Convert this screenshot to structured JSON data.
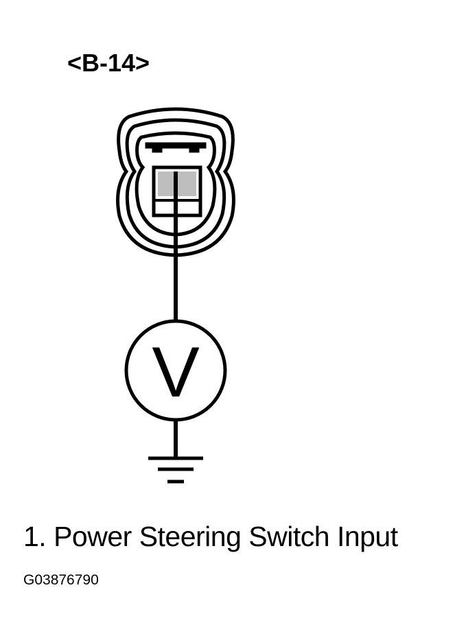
{
  "diagram": {
    "connector_label": "<B-14>",
    "meter_symbol": "V",
    "caption": "1. Power Steering Switch Input",
    "figure_id": "G03876790"
  },
  "icons": {
    "connector": "connector-outline-icon",
    "terminal": "terminal-icon",
    "voltmeter": "voltmeter-icon",
    "ground": "ground-symbol-icon"
  },
  "colors": {
    "ink": "#000000",
    "background": "#ffffff"
  }
}
